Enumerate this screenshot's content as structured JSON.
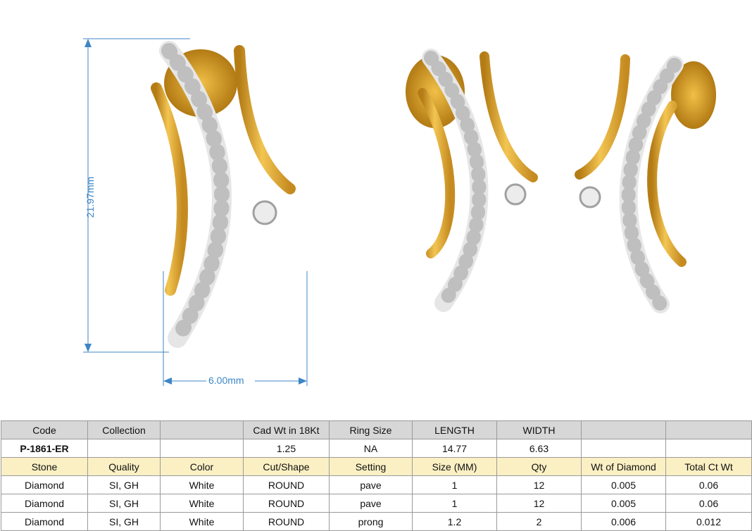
{
  "dimensions": {
    "width": "6.00mm",
    "height": "21.97mm"
  },
  "colors": {
    "gold": "#e9b23a",
    "gold_dark": "#b9801a",
    "dimension_blue": "#3d86c6",
    "header_gray": "#d7d7d7",
    "header_yellow": "#fbf0c4"
  },
  "product_header": [
    "Code",
    "Collection",
    "",
    "Cad Wt in 18Kt",
    "Ring Size",
    "LENGTH",
    "WIDTH",
    "",
    ""
  ],
  "product_row": [
    "P-1861-ER",
    "",
    "",
    "1.25",
    "NA",
    "14.77",
    "6.63",
    "",
    ""
  ],
  "stone_header": [
    "Stone",
    "Quality",
    "Color",
    "Cut/Shape",
    "Setting",
    "Size (MM)",
    "Qty",
    "Wt of Diamond",
    "Total Ct Wt"
  ],
  "stone_rows": [
    [
      "Diamond",
      "SI, GH",
      "White",
      "ROUND",
      "pave",
      "1",
      "12",
      "0.005",
      "0.06"
    ],
    [
      "Diamond",
      "SI, GH",
      "White",
      "ROUND",
      "pave",
      "1",
      "12",
      "0.005",
      "0.06"
    ],
    [
      "Diamond",
      "SI, GH",
      "White",
      "ROUND",
      "prong",
      "1.2",
      "2",
      "0.006",
      "0.012"
    ]
  ]
}
